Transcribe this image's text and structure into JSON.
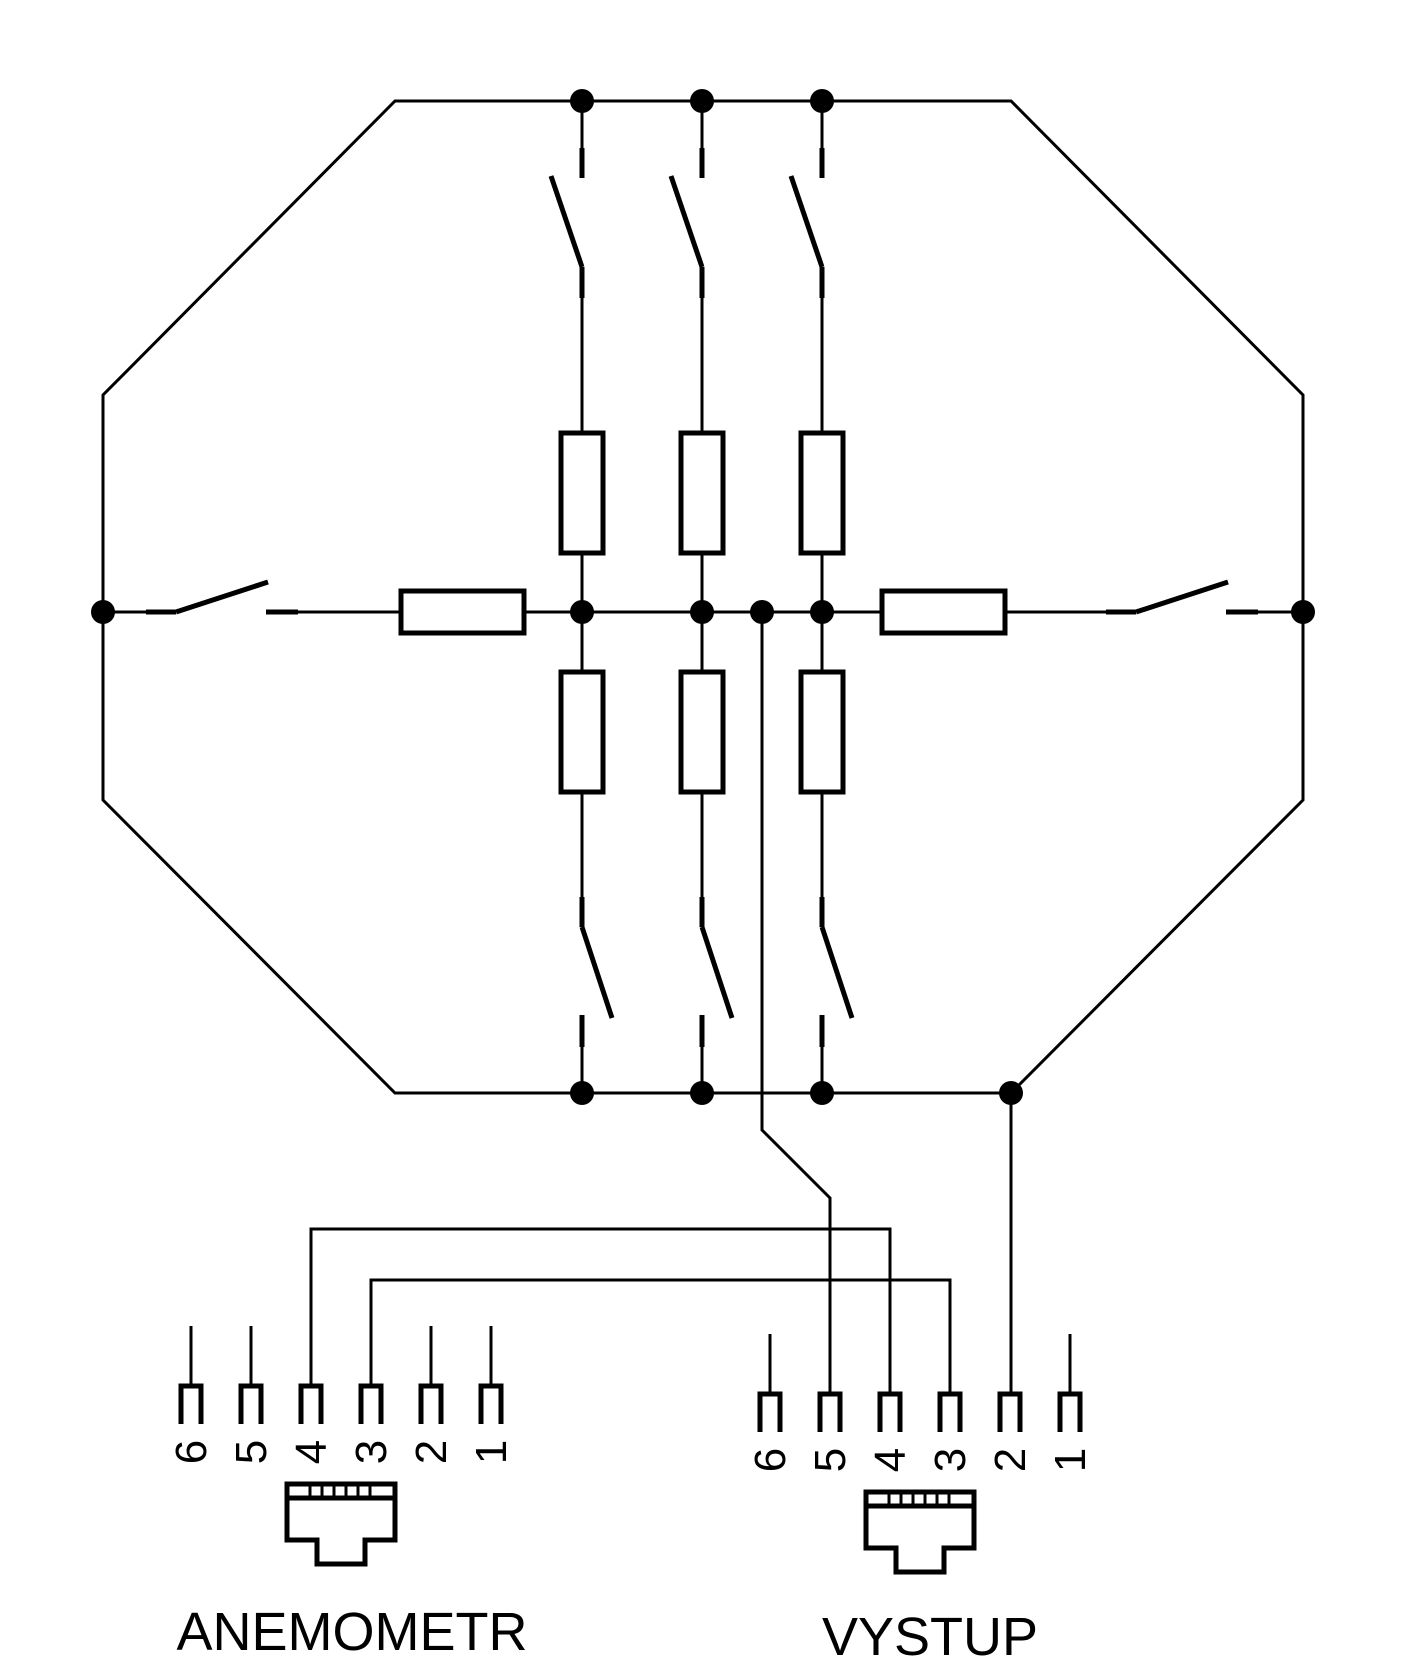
{
  "connectors": {
    "left": {
      "title": "ANEMOMETR",
      "pins": [
        "6",
        "5",
        "4",
        "3",
        "2",
        "1"
      ]
    },
    "right": {
      "title": "VYSTUP",
      "pins": [
        "6",
        "5",
        "4",
        "3",
        "2",
        "1"
      ]
    }
  }
}
